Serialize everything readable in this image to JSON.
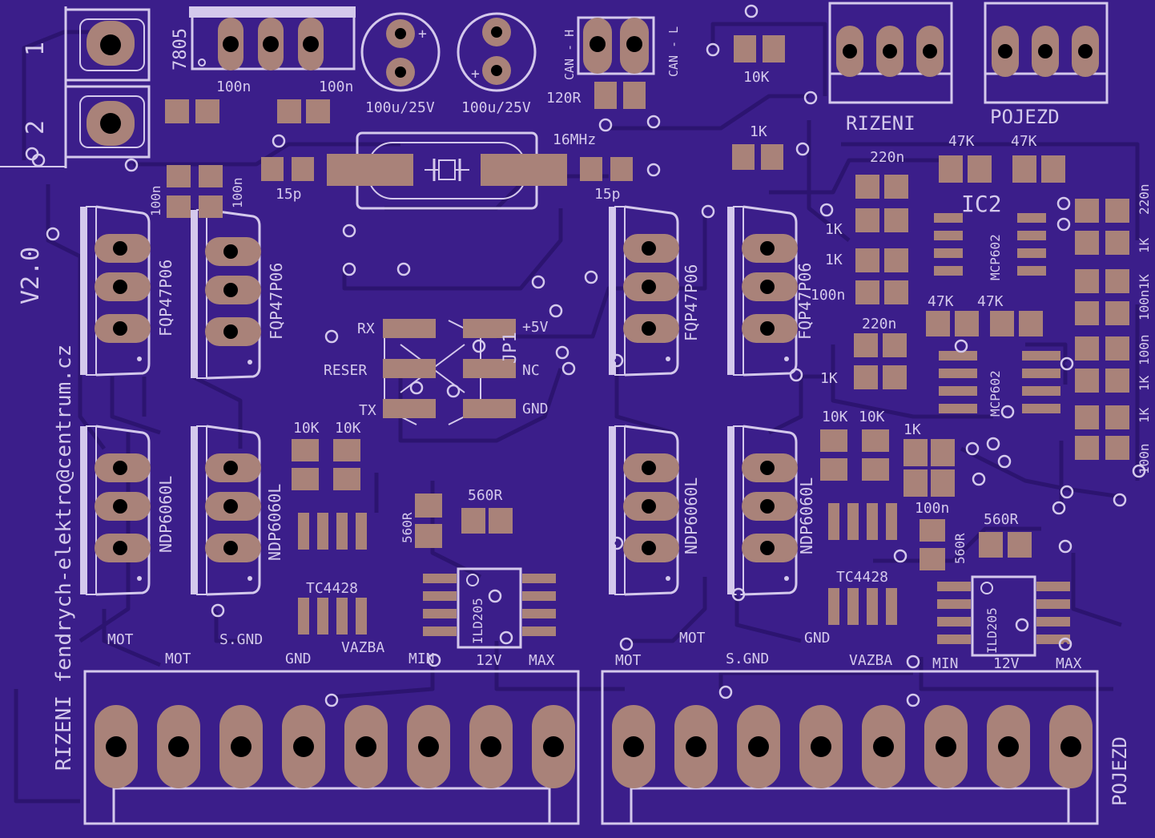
{
  "colors": {
    "board": "#3b1e8a",
    "copper_trace": "#2c1470",
    "silkscreen": "#d4c9ec",
    "pad": "#a98279",
    "drill": "#000000"
  },
  "silk": {
    "rev": "V2.0",
    "email": "RIZENI fendrych-elektro@centrum.cz",
    "regulator": "7805",
    "term_1": "1",
    "term_2": "2",
    "c_100n_a": "100n",
    "c_100n_b": "100n",
    "c_100u_a": "100u/25V",
    "c_100u_b": "100u/25V",
    "can_h": "CAN - H",
    "can_l": "CAN - L",
    "r_120": "120R",
    "r_10k_top": "10K",
    "r_1k_top": "1K",
    "rizeni_conn": "RIZENI",
    "pojezd_conn": "POJEZD",
    "xtal": "16MHz",
    "c_15p_a": "15p",
    "c_15p_b": "15p",
    "c_100n_c": "100n",
    "c_100n_d": "100n",
    "ic2": "IC2",
    "r_47k_a": "47K",
    "r_47k_b": "47K",
    "r_47k_c": "47K",
    "r_47k_d": "47K",
    "c_220n_a": "220n",
    "c_220n_b": "220n",
    "r_1k_a": "1K",
    "r_1k_b": "1K",
    "c_100n_e": "100n",
    "r_1k_c": "1K",
    "mcp_a": "MCP602",
    "mcp_b": "MCP602",
    "side_220n": "220n",
    "side_1k_a": "1K",
    "side_100n1k": "100n1K",
    "side_100n": "100n",
    "side_1k_b": "1K",
    "side_1k_c": "1K",
    "side_100n_b": "100n",
    "fqp_1": "FQP47P06",
    "fqp_2": "FQP47P06",
    "fqp_3": "FQP47P06",
    "fqp_4": "FQP47P06",
    "ndp_1": "NDP6060L",
    "ndp_2": "NDP6060L",
    "ndp_3": "NDP6060L",
    "ndp_4": "NDP6060L",
    "jp_rx": "RX",
    "jp_reset": "RESER",
    "jp_tx": "TX",
    "jp_5v": "+5V",
    "jp_nc": "NC",
    "jp_gnd": "GND",
    "jp_name": "JP1",
    "r_10k_l1": "10K",
    "r_10k_l2": "10K",
    "r_560_l1": "560R",
    "r_560_l2": "560R",
    "tc_l": "TC4428",
    "ild_l": "ILD205",
    "r_10k_r1": "10K",
    "r_10k_r2": "10K",
    "r_1k_r": "1K",
    "c_100n_r": "100n",
    "r_560_r1": "560R",
    "r_560_r2": "560R",
    "tc_r": "TC4428",
    "ild_r": "ILD205",
    "l_mot1": "MOT",
    "l_sgnd1": "S.GND",
    "l_mot2": "MOT",
    "l_gnd1": "GND",
    "l_vazba1": "VAZBA",
    "l_min1": "MIN",
    "l_12v1": "12V",
    "l_max1": "MAX",
    "r_mot1": "MOT",
    "r_gnd1": "GND",
    "r_mot2": "MOT",
    "r_sgnd": "S.GND",
    "r_vazba": "VAZBA",
    "r_min": "MIN",
    "r_12v": "12V",
    "r_max": "MAX",
    "pojezd_side": "POJEZD"
  }
}
